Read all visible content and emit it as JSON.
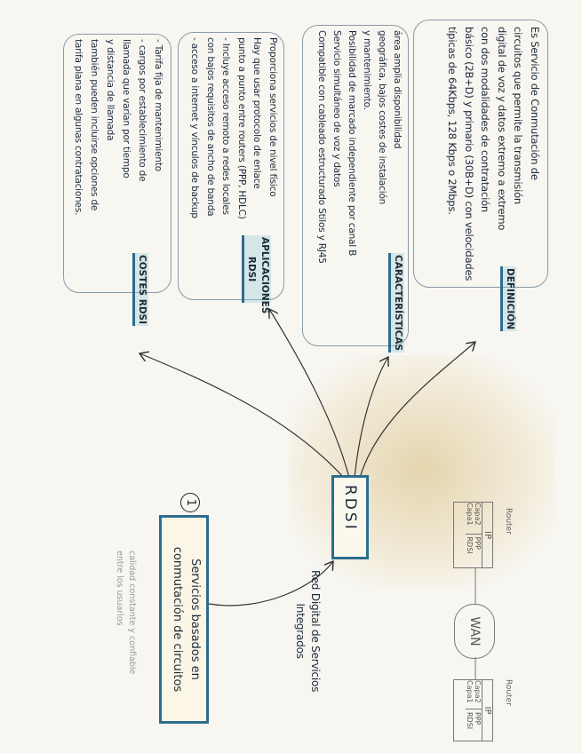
{
  "center": {
    "label": "RDSI",
    "caption": [
      "Red Digital de Servicios",
      "Integrados"
    ]
  },
  "parent": {
    "number": "1",
    "label": [
      "Servicios basados en",
      "conmutación de circuitos"
    ],
    "note": [
      "calidad constante y confiable",
      "entre los usuarios"
    ]
  },
  "branches": [
    {
      "heading": "DEFINICIÓN",
      "lines": [
        "Es Servicio de Conmutación de",
        "circuitos que permite la transmisión",
        "digital de voz y datos extremo a extremo",
        "con dos modalidades de contratación",
        "básico (2B+D) y primario (30B+D) con velocidades",
        "típicas de 64Kbps, 128 Kbps o 2Mbps."
      ]
    },
    {
      "heading": "CARACTERÍSTICAS",
      "lines": [
        "área amplia disponibilidad",
        "geográfica, bajos costes de instalación",
        "y mantenimiento.",
        "Posibilidad de marcado independiente por canal B",
        "Servicio simultáneo de voz y datos",
        "Compatible con cableado estructurado Stilos y RJ45"
      ]
    },
    {
      "heading": "APLICACIONES RDSI",
      "lines": [
        "Proporciona servicios de nivel físico",
        "Hay que usar protocolo de enlace",
        "punto a punto entre routers (PPP, HDLC)",
        "- Incluye acceso remoto a redes locales",
        "con bajos requisitos de ancho de banda",
        "- acceso a internet y vínculos de backup"
      ]
    },
    {
      "heading": "COSTES RDSI",
      "lines": [
        "- Tarifa fija de mantenimiento",
        "- cargos por establecimiento de",
        "llamada que varían por tiempo",
        "y distancia de llamada",
        "también pueden incluirse opciones de",
        "tarifa plana en algunas contrataciones."
      ]
    }
  ],
  "network": {
    "router_left": "Router",
    "router_right": "Router",
    "cloud": "WAN",
    "left_stack": {
      "top": "IP",
      "rows": [
        "Capa2",
        "Capa1"
      ],
      "side": [
        "PPP",
        "RDSI"
      ]
    },
    "right_stack": {
      "top": "IP",
      "rows": [
        "Capa2",
        "Capa1"
      ],
      "side": [
        "PPP",
        "RDSI"
      ]
    }
  },
  "colors": {
    "accent": "#2c6d8f",
    "ink": "#1b2a3a",
    "stain": "#d6ba78"
  }
}
